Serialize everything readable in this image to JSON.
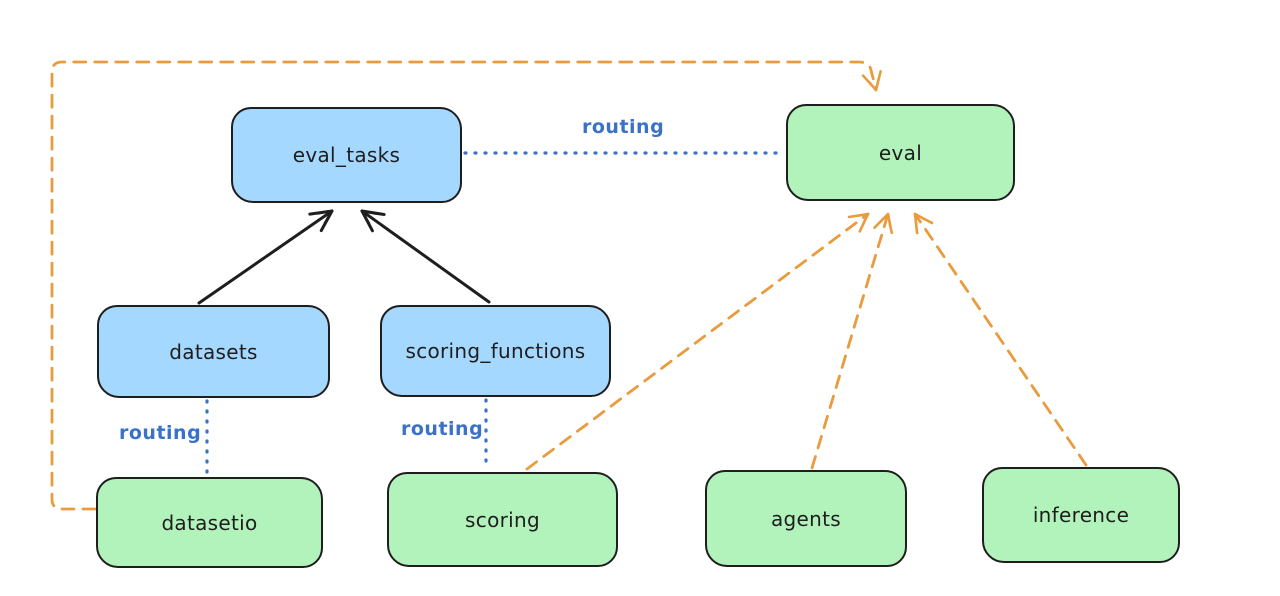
{
  "diagram": {
    "type": "architecture-flow-diagram",
    "background": "#ffffff",
    "colors": {
      "resource_fill_blue": "#a5d8ff",
      "provider_fill_green": "#b2f2bb",
      "node_stroke": "#1e1e1e",
      "solid_arrow": "#1e1e1e",
      "dashed_arrow_orange": "#e99b3d",
      "routing_blue": "#3b72c8"
    },
    "nodes": {
      "eval_tasks": {
        "label": "eval_tasks",
        "fill": "blue"
      },
      "eval": {
        "label": "eval",
        "fill": "green"
      },
      "datasets": {
        "label": "datasets",
        "fill": "blue"
      },
      "scoring_functions": {
        "label": "scoring_functions",
        "fill": "blue"
      },
      "datasetio": {
        "label": "datasetio",
        "fill": "green"
      },
      "scoring": {
        "label": "scoring",
        "fill": "green"
      },
      "agents": {
        "label": "agents",
        "fill": "green"
      },
      "inference": {
        "label": "inference",
        "fill": "green"
      }
    },
    "edges": [
      {
        "from": "datasets",
        "to": "eval_tasks",
        "style": "solid",
        "color": "black",
        "arrow": true
      },
      {
        "from": "scoring_functions",
        "to": "eval_tasks",
        "style": "solid",
        "color": "black",
        "arrow": true
      },
      {
        "from": "eval_tasks",
        "to": "eval",
        "style": "dotted",
        "color": "blue",
        "arrow": false,
        "label": "routing"
      },
      {
        "from": "datasets",
        "to": "datasetio",
        "style": "dotted",
        "color": "blue",
        "arrow": false,
        "label": "routing"
      },
      {
        "from": "scoring_functions",
        "to": "scoring",
        "style": "dotted",
        "color": "blue",
        "arrow": false,
        "label": "routing"
      },
      {
        "from": "datasetio",
        "to": "eval",
        "style": "dashed",
        "color": "orange",
        "arrow": true,
        "route": "left-top-loop"
      },
      {
        "from": "scoring",
        "to": "eval",
        "style": "dashed",
        "color": "orange",
        "arrow": true
      },
      {
        "from": "agents",
        "to": "eval",
        "style": "dashed",
        "color": "orange",
        "arrow": true
      },
      {
        "from": "inference",
        "to": "eval",
        "style": "dashed",
        "color": "orange",
        "arrow": true
      }
    ],
    "edge_labels": {
      "eval_tasks_eval": "routing",
      "datasets_datasetio": "routing",
      "scoring_functions_scoring": "routing"
    }
  }
}
